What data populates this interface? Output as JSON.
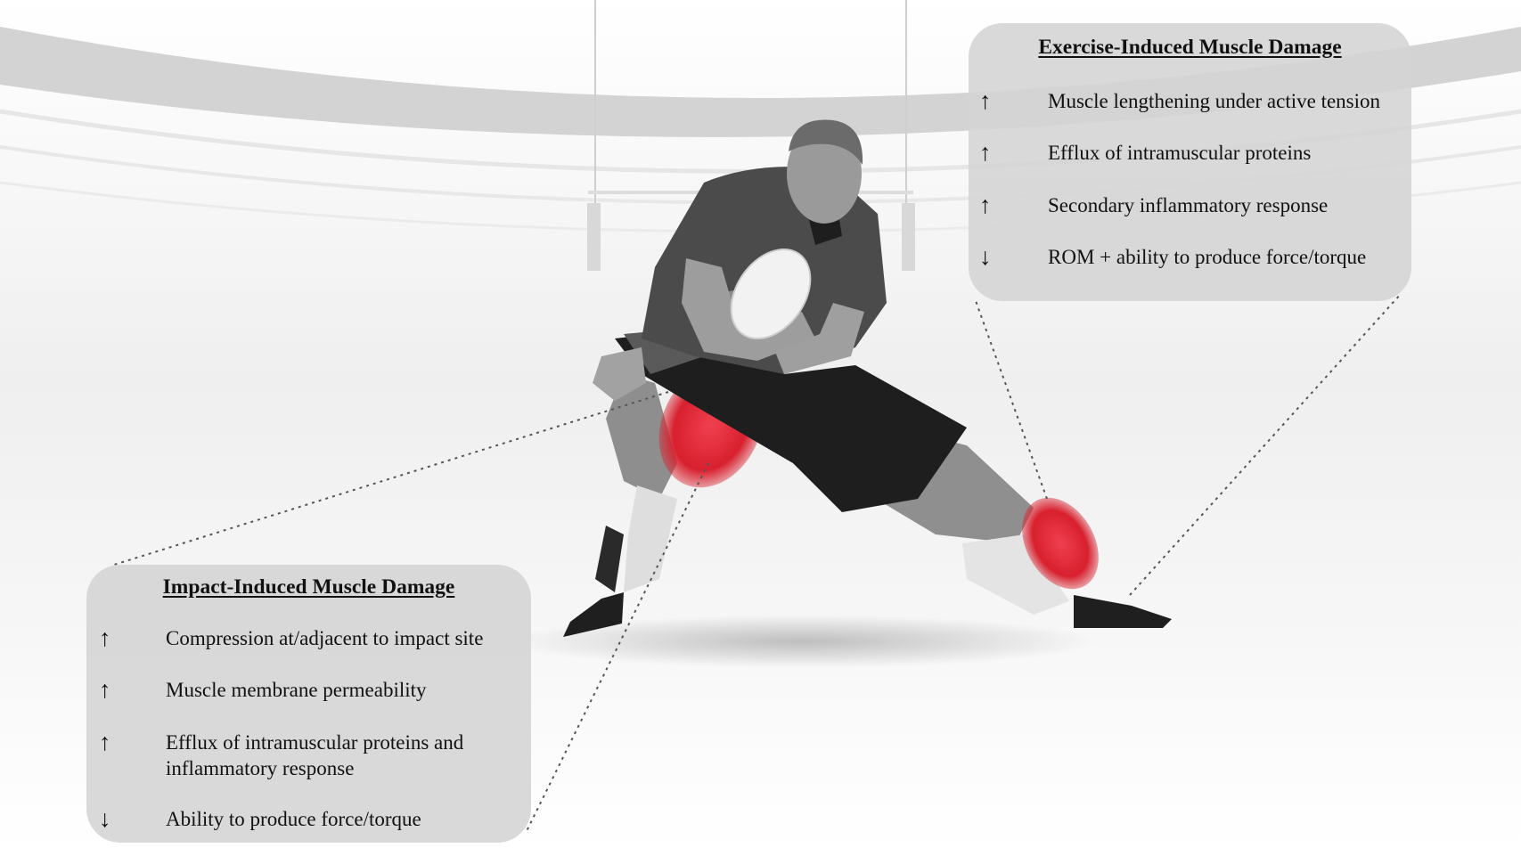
{
  "exercise_panel": {
    "title": "Exercise-Induced Muscle Damage",
    "items": [
      {
        "arrow": "↑",
        "text": "Muscle lengthening under active tension"
      },
      {
        "arrow": "↑",
        "text": "Efflux of intramuscular proteins"
      },
      {
        "arrow": "↑",
        "text": "Secondary inflammatory response"
      },
      {
        "arrow": "↓",
        "text": "ROM + ability to produce force/torque"
      }
    ]
  },
  "impact_panel": {
    "title": "Impact-Induced Muscle Damage",
    "items": [
      {
        "arrow": "↑",
        "text": "Compression at/adjacent to impact site"
      },
      {
        "arrow": "↑",
        "text": "Muscle membrane permeability"
      },
      {
        "arrow": "↑",
        "text": "Efflux of intramuscular proteins and"
      },
      {
        "arrow": "",
        "text": "inflammatory response"
      },
      {
        "arrow": "↓",
        "text": "Ability to produce force/torque"
      }
    ]
  },
  "colors": {
    "panel_bg": "#d4d4d4",
    "muscle_highlight": "#e0202c",
    "jersey": "#4a4a4a",
    "shorts": "#222222",
    "skin": "#a9a9a9",
    "stadium": "#d6d6d6"
  }
}
